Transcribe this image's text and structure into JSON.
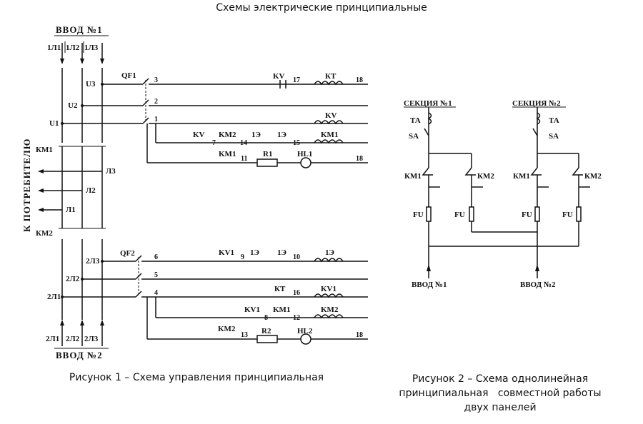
{
  "title": "Схемы электрические принципиальные",
  "figure1": {
    "caption": "Рисунок 1 – Схема управления принципиальная",
    "input1": "ВВОД №1",
    "input2": "ВВОД №2",
    "consumer": "К ПОТРЕБИТЕЛЮ",
    "phases_top": [
      "1Л1",
      "1Л2",
      "1Л3"
    ],
    "phases_bottom": [
      "2Л1",
      "2Л2",
      "2Л3"
    ],
    "bus_top": [
      "U3",
      "U2",
      "U1"
    ],
    "bus_bottom": [
      "2Л3",
      "2Л2",
      "2Л1"
    ],
    "out": [
      "Л3",
      "Л2",
      "Л1"
    ],
    "km1": "КМ1",
    "km2": "КМ2",
    "qf1": "QF1",
    "qf2": "QF2",
    "nodes_top": [
      "3",
      "2",
      "1"
    ],
    "nodes_bottom": [
      "6",
      "5",
      "4"
    ],
    "upper": {
      "r1_contact": "KV",
      "r1_num": "17",
      "r1_coil": "КТ",
      "r1_end": "18",
      "r2_coil": "KV",
      "r3_c1": "KV",
      "r3_c2": "KM2",
      "r3_n1": "7",
      "r3_n2": "14",
      "r3_c3": "1Э",
      "r3_c4": "1Э",
      "r3_n3": "15",
      "r3_coil": "KM1",
      "r4_c1": "KM1",
      "r4_n1": "11",
      "r4_res": "R1",
      "r4_lamp": "HL1",
      "r4_end": "18"
    },
    "lower": {
      "r1_c1": "KV1",
      "r1_n1": "9",
      "r1_c2": "1Э",
      "r1_c3": "1Э",
      "r1_n2": "10",
      "r1_coil": "1Э",
      "r2_contact": "КТ",
      "r2_num": "16",
      "r2_coil": "KV1",
      "r3_c1": "KV1",
      "r3_n1": "8",
      "r3_c2": "KM1",
      "r3_n2": "12",
      "r3_coil": "KM2",
      "r4_c1": "KM2",
      "r4_n1": "13",
      "r4_res": "R2",
      "r4_lamp": "HL2",
      "r4_end": "18"
    }
  },
  "figure2": {
    "caption_line1": "Рисунок 2 – Схема однолинейная",
    "caption_line2": "принципиальная   совместной работы",
    "caption_line3": "двух панелей",
    "section1": "СЕКЦИЯ №1",
    "section2": "СЕКЦИЯ №2",
    "ta": "ТА",
    "sa": "SA",
    "km1": "КМ1",
    "km2": "КМ2",
    "fu": "FU",
    "input1": "ВВОД №1",
    "input2": "ВВОД №2"
  }
}
